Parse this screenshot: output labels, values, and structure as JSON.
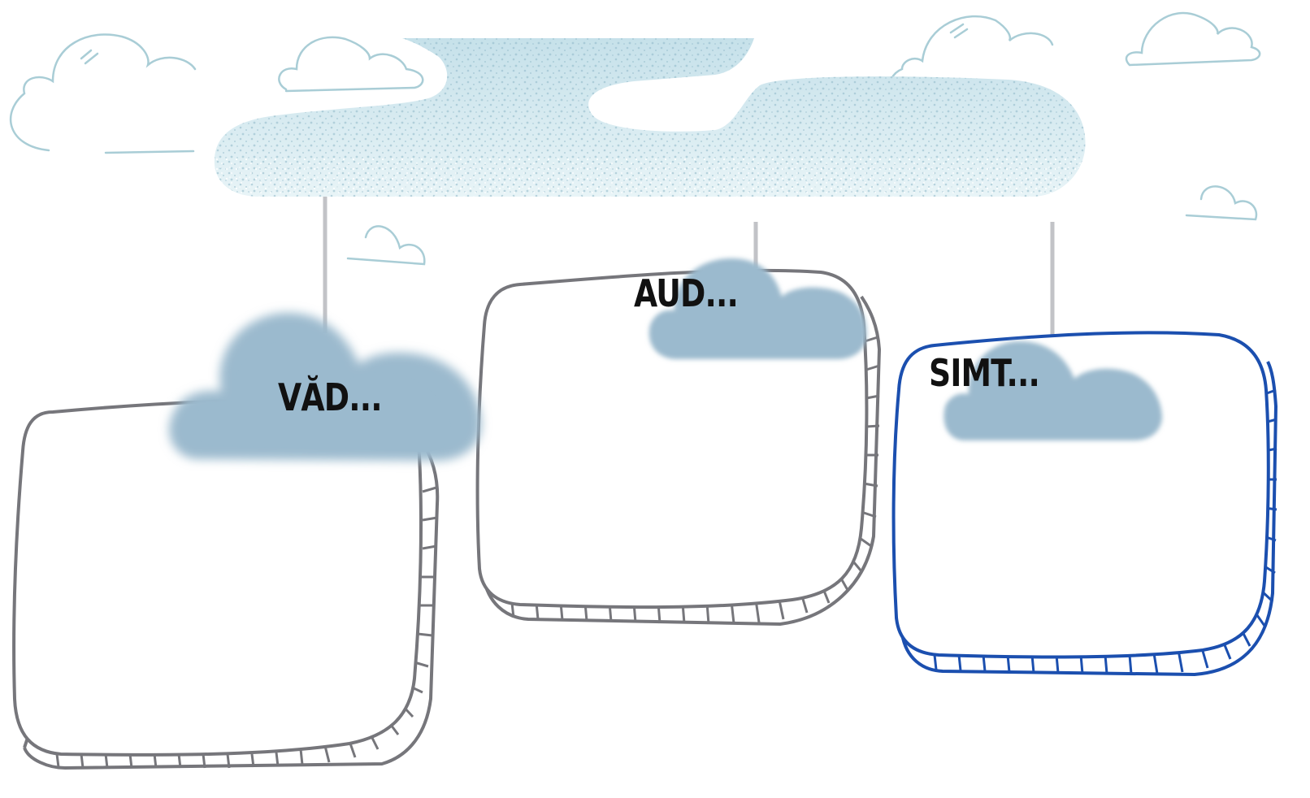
{
  "colors": {
    "big_cloud": "#cfe6ee",
    "big_cloud_speckle": "#8fb8c8",
    "sketch_cloud_stroke": "#a9cdd6",
    "hanger_cloud": "#9bbace",
    "string": "#c2c3c7",
    "frame_gray": "#76767b",
    "frame_selected": "#1b4faf",
    "text": "#111111"
  },
  "cards": [
    {
      "title": "VĂD...",
      "selected": false
    },
    {
      "title": "AUD...",
      "selected": false
    },
    {
      "title": "SIMT...",
      "selected": true
    }
  ]
}
